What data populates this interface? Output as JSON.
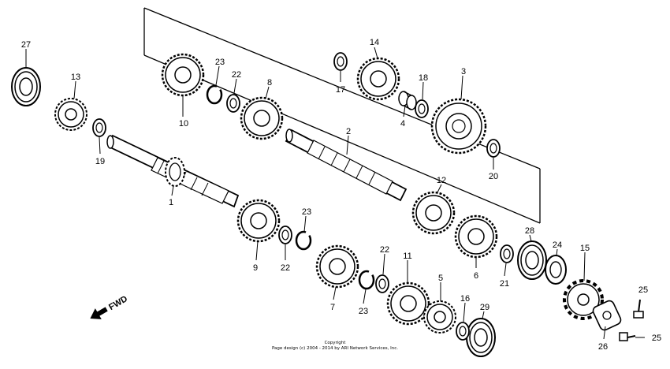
{
  "labels": {
    "p1": "1",
    "p2": "2",
    "p3": "3",
    "p4": "4",
    "p5": "5",
    "p6": "6",
    "p7": "7",
    "p8": "8",
    "p9": "9",
    "p10": "10",
    "p11": "11",
    "p12": "12",
    "p13": "13",
    "p14": "14",
    "p15": "15",
    "p16": "16",
    "p17": "17",
    "p18": "18",
    "p19": "19",
    "p20": "20",
    "p21": "21",
    "p22a": "22",
    "p22b": "22",
    "p22c": "22",
    "p23a": "23",
    "p23b": "23",
    "p23c": "23",
    "p24": "24",
    "p25a": "25",
    "p25b": "25",
    "p26": "26",
    "p27": "27",
    "p28": "28",
    "p29": "29"
  },
  "direction": "FWD",
  "copyright_line1": "Copyright",
  "copyright_line2": "Page design (c) 2004 - 2014 by ARI Network Services, Inc."
}
